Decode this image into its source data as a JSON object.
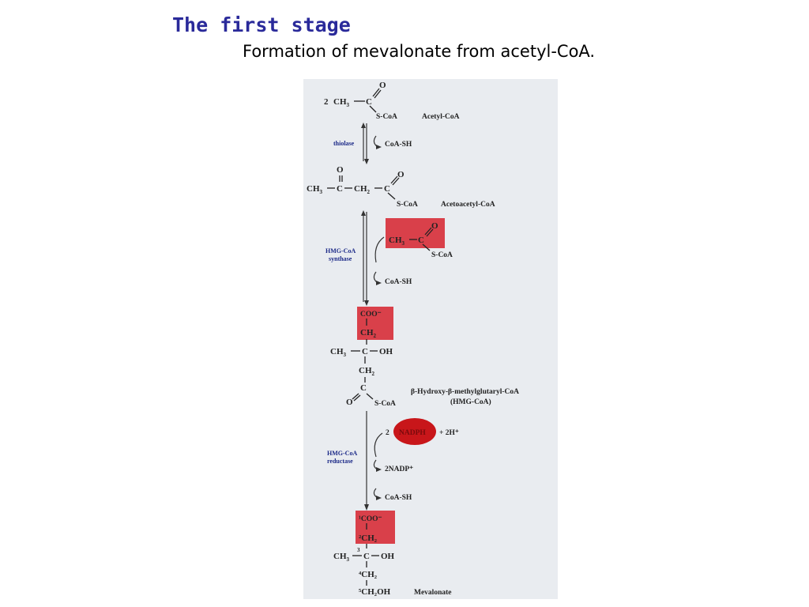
{
  "title": "The first stage",
  "subtitle": "Formation of mevalonate from acetyl-CoA.",
  "colors": {
    "title": "#2a2a9a",
    "highlight": "#d9404a",
    "nadph": "#c8161a",
    "enzyme_text": "#1c2a88",
    "figure_bg": "#e9ecf0"
  },
  "pathway": {
    "acetyl_coa": {
      "coeff": "2",
      "name": "Acetyl-CoA",
      "s_coa": "S-CoA",
      "oxygen": "O"
    },
    "step1": {
      "enzyme": "thiolase",
      "product_out": "CoA-SH"
    },
    "acetoacetyl_coa": {
      "name": "Acetoacetyl-CoA",
      "s_coa": "S-CoA"
    },
    "step2": {
      "enzyme_line1": "HMG-CoA",
      "enzyme_line2": "synthase",
      "input_s_coa": "S-CoA",
      "product_out": "CoA-SH"
    },
    "hmg_coa": {
      "name_line1": "β-Hydroxy-β-methylglutaryl-CoA",
      "name_line2": "(HMG-CoA)",
      "coo": "COO⁻",
      "oh": "OH",
      "s_coa": "S-CoA",
      "oxygen": "O"
    },
    "step3": {
      "enzyme_line1": "HMG-CoA",
      "enzyme_line2": "reductase",
      "coeff": "2",
      "nadph": "NADPH",
      "plus_h": "+ 2H⁺",
      "nadp_out": "2NADP⁺",
      "product_out": "CoA-SH"
    },
    "mevalonate": {
      "name": "Mevalonate",
      "c1": "¹COO⁻",
      "c2": "²CH₂",
      "c3": "3",
      "oh": "OH",
      "c4": "⁴CH₂",
      "c5": "⁵CH₂OH"
    }
  }
}
